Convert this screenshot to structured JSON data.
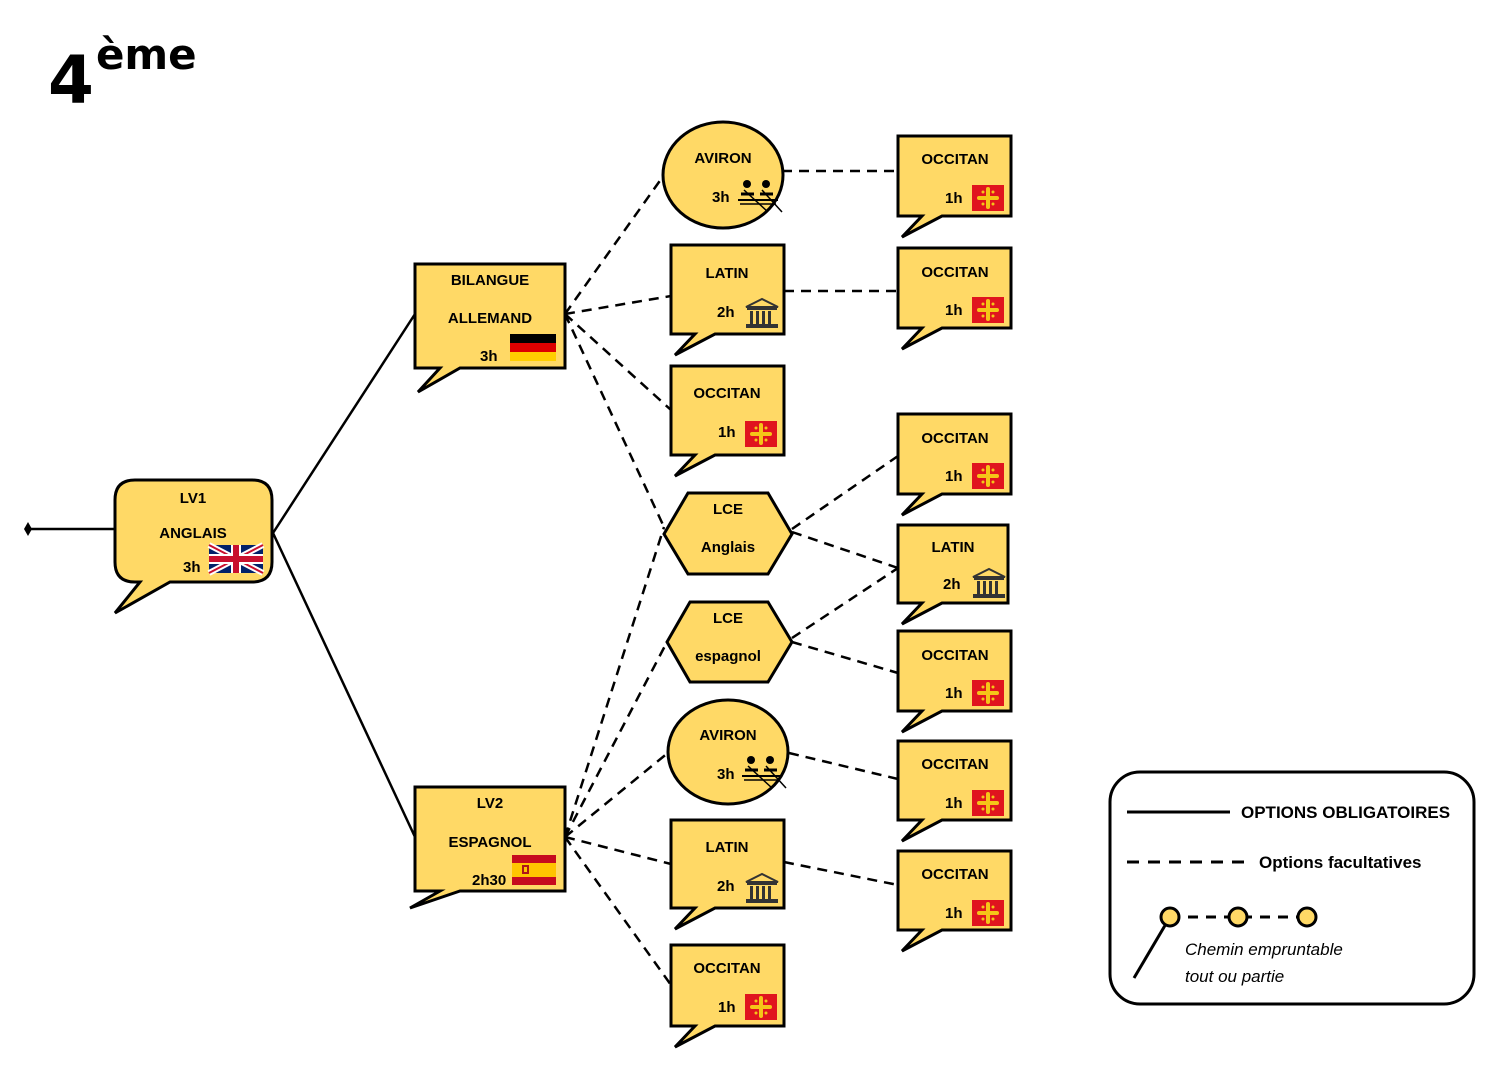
{
  "title": {
    "main": "4",
    "sup": "ème"
  },
  "nodes": {
    "lv1": {
      "line1": "LV1",
      "line2": "ANGLAIS",
      "hours": "3h",
      "icon": "uk-flag-icon"
    },
    "bilangue": {
      "line1": "BILANGUE",
      "line2": "ALLEMAND",
      "hours": "3h",
      "icon": "german-flag-icon"
    },
    "lv2": {
      "line1": "LV2",
      "line2": "ESPAGNOL",
      "hours": "2h30",
      "icon": "spanish-flag-icon"
    },
    "aviron_top": {
      "line1": "AVIRON",
      "hours": "3h",
      "icon": "rowing-icon"
    },
    "latin_top": {
      "line1": "LATIN",
      "hours": "2h",
      "icon": "temple-icon"
    },
    "occitan_mid_top": {
      "line1": "OCCITAN",
      "hours": "1h",
      "icon": "occitan-cross-icon"
    },
    "lce_anglais": {
      "line1": "LCE",
      "line2": "Anglais"
    },
    "lce_espagnol": {
      "line1": "LCE",
      "line2": "espagnol"
    },
    "aviron_bot": {
      "line1": "AVIRON",
      "hours": "3h",
      "icon": "rowing-icon"
    },
    "latin_bot": {
      "line1": "LATIN",
      "hours": "2h",
      "icon": "temple-icon"
    },
    "occitan_mid_bot": {
      "line1": "OCCITAN",
      "hours": "1h",
      "icon": "occitan-cross-icon"
    },
    "occ_r1": {
      "line1": "OCCITAN",
      "hours": "1h",
      "icon": "occitan-cross-icon"
    },
    "occ_r2": {
      "line1": "OCCITAN",
      "hours": "1h",
      "icon": "occitan-cross-icon"
    },
    "occ_r3": {
      "line1": "OCCITAN",
      "hours": "1h",
      "icon": "occitan-cross-icon"
    },
    "latin_right": {
      "line1": "LATIN",
      "hours": "2h",
      "icon": "temple-icon"
    },
    "occ_r4": {
      "line1": "OCCITAN",
      "hours": "1h",
      "icon": "occitan-cross-icon"
    },
    "occ_r5": {
      "line1": "OCCITAN",
      "hours": "1h",
      "icon": "occitan-cross-icon"
    },
    "occ_r6": {
      "line1": "OCCITAN",
      "hours": "1h",
      "icon": "occitan-cross-icon"
    }
  },
  "legend": {
    "solid": "OPTIONS OBLIGATOIRES",
    "dashed": "Options facultatives",
    "path_line1": "Chemin empruntable",
    "path_line2": "tout ou partie"
  },
  "colors": {
    "box_fill": "#FFD966",
    "stroke": "#000000",
    "occitan_red": "#E0141E",
    "occitan_gold": "#F5C518"
  }
}
